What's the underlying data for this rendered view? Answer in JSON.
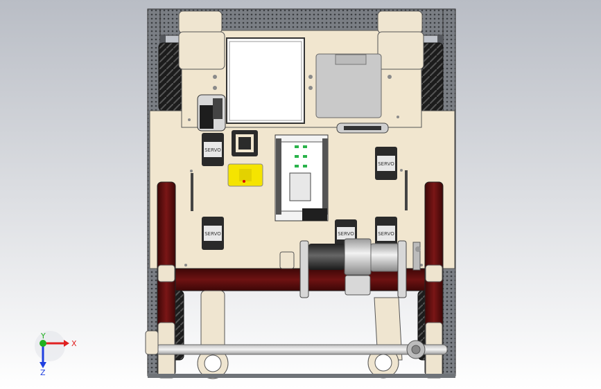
{
  "viewport": {
    "background_top": "#b8bcc4",
    "background_bottom": "#ffffff"
  },
  "model": {
    "description_colors": {
      "frame": "#6f7378",
      "plate": "#f1e6cf",
      "bracket": "#eee4cf",
      "tube": "#5a0d0d",
      "tube_light": "#8a2020",
      "metal": "#d8d8d8",
      "dark": "#2a2a2a",
      "green": "#29b34a",
      "yellow": "#f5e400",
      "window_gray": "#c9c9c9"
    },
    "servo_labels": [
      "SERVO",
      "SERVO",
      "SERVO",
      "SERVO",
      "SERVO"
    ]
  },
  "triad": {
    "x_label": "X",
    "y_label": "Y",
    "z_label": "Z",
    "x_color": "#e02020",
    "y_color": "#20b020",
    "z_color": "#2040e0"
  }
}
